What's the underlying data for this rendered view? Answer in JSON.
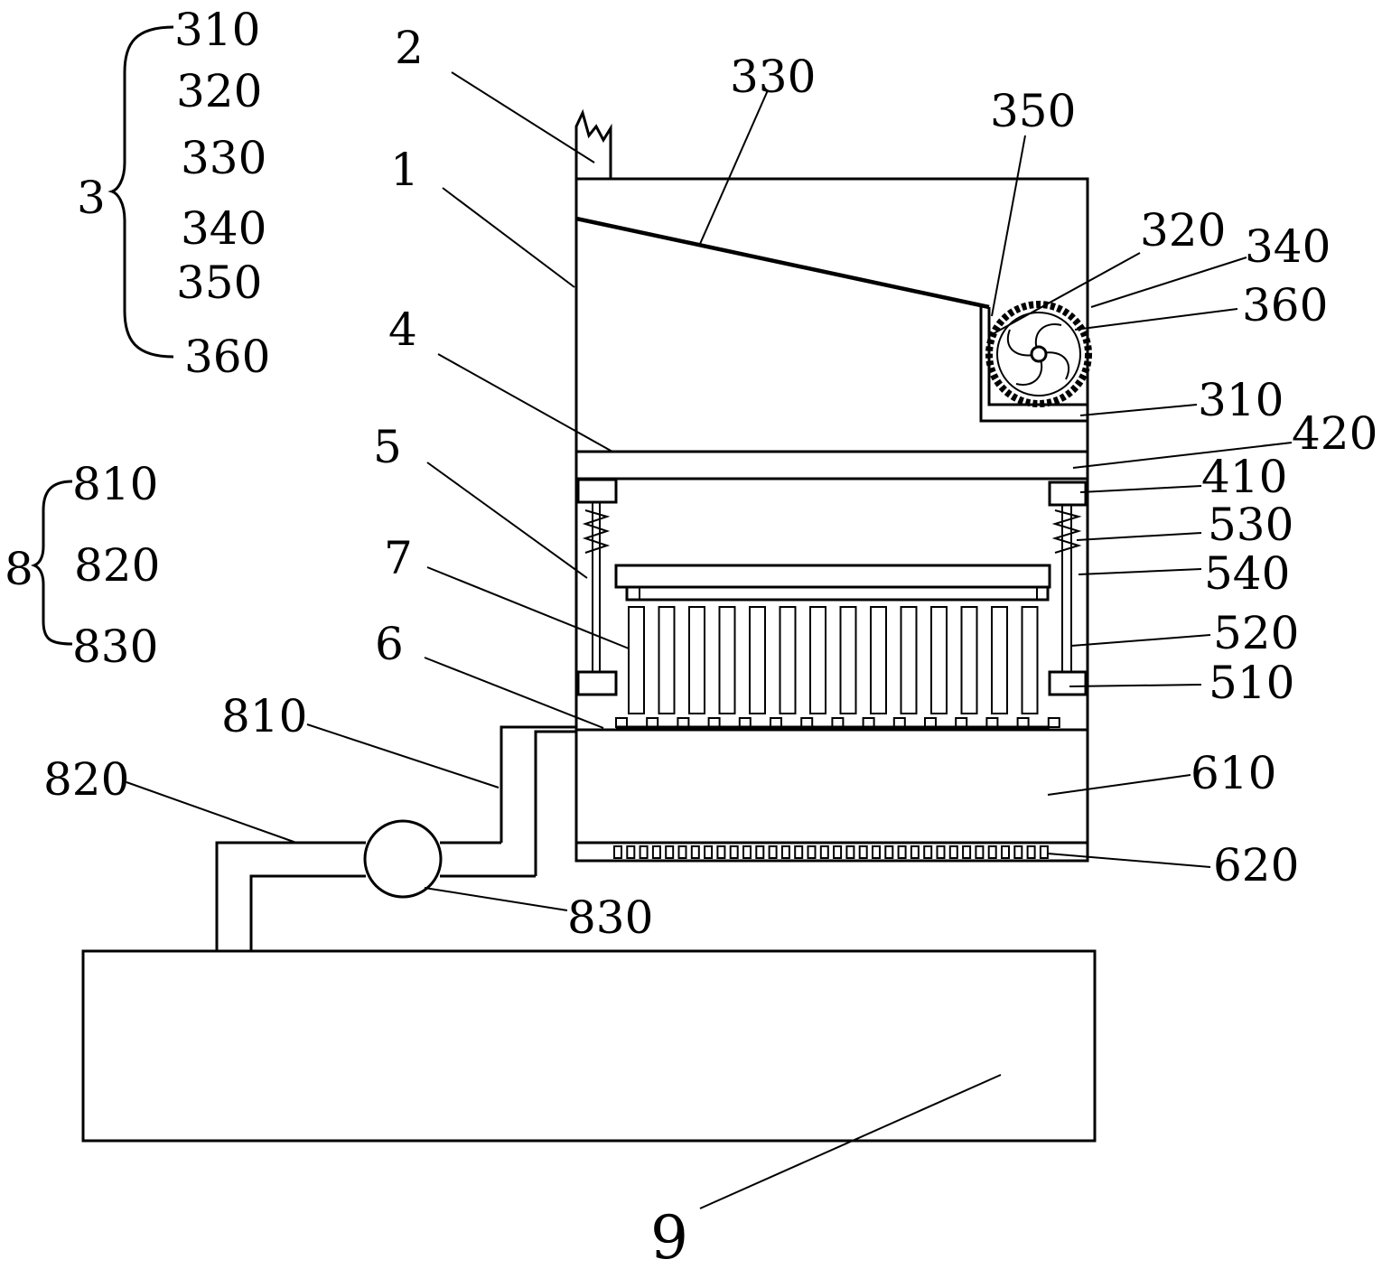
{
  "groups": {
    "group3": {
      "name": "3",
      "members": [
        "310",
        "320",
        "330",
        "340",
        "350",
        "360"
      ]
    },
    "group8": {
      "name": "8",
      "members": [
        "810",
        "820",
        "830"
      ]
    }
  },
  "callouts": {
    "c1": "1",
    "c2": "2",
    "c4": "4",
    "c5": "5",
    "c6": "6",
    "c7": "7",
    "c9": "9",
    "c310": "310",
    "c320": "320",
    "c330": "330",
    "c340": "340",
    "c350": "350",
    "c360": "360",
    "c410": "410",
    "c420": "420",
    "c510": "510",
    "c520": "520",
    "c530": "530",
    "c540": "540",
    "c610": "610",
    "c620": "620",
    "c810": "810",
    "c820": "820",
    "c830": "830"
  }
}
